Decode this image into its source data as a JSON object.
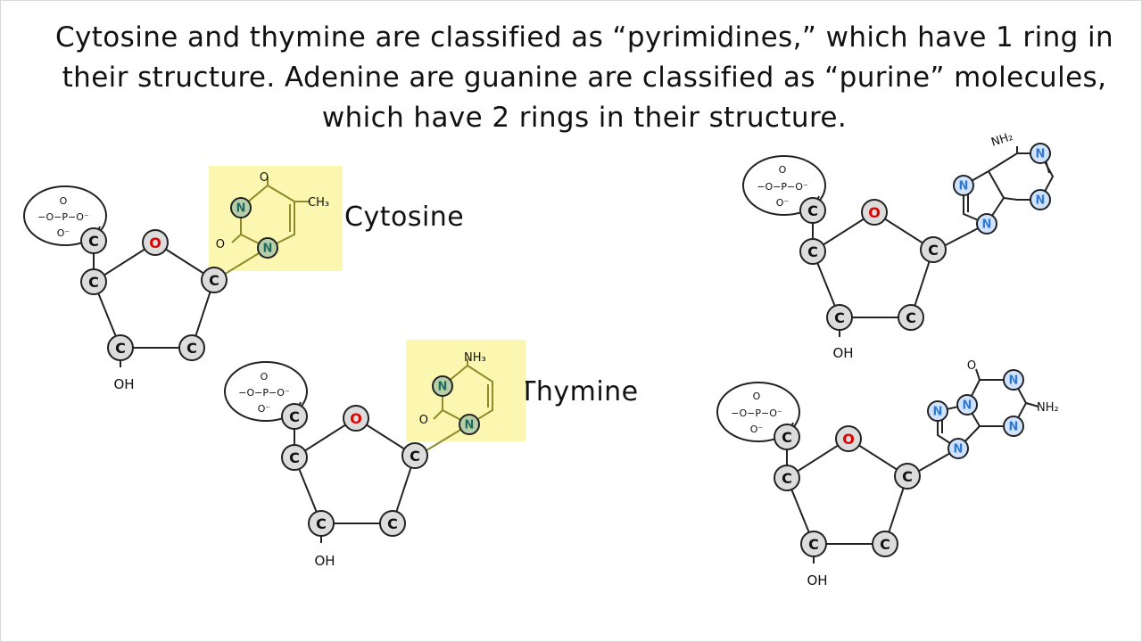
{
  "heading": {
    "line1": "Cytosine and thymine are classified as “pyrimidines,” which have 1 ring in",
    "line2": "their structure. Adenine are guanine are classified as “purine” molecules,",
    "line3": "which have 2 rings in their structure."
  },
  "labels": {
    "cytosine": "Cytosine",
    "thymine": "Thymine"
  },
  "atoms": {
    "carbon": "C",
    "oxygen": "O",
    "nitrogen": "N",
    "hydroxyl": "OH",
    "methyl": "CH₃",
    "amine_nh3": "NH₃",
    "amine_nh2": "NH₂",
    "carbonyl": "O"
  },
  "phosphate": {
    "top": "O",
    "middle": "−O−P−O⁻",
    "bottom": "O⁻"
  },
  "colors": {
    "atom_fill": "#dcdcdc",
    "atom_stroke": "#222222",
    "oxygen": "#e00000",
    "nitrogen_fill": "#cfe3ff",
    "nitrogen_text": "#2f7ad0",
    "base_nitrogen_fill": "#b7cfa8",
    "base_nitrogen_text": "#1f6b60",
    "highlight": "#fbf7b0",
    "bond": "#222222",
    "base_bond": "#8f8a2a"
  }
}
